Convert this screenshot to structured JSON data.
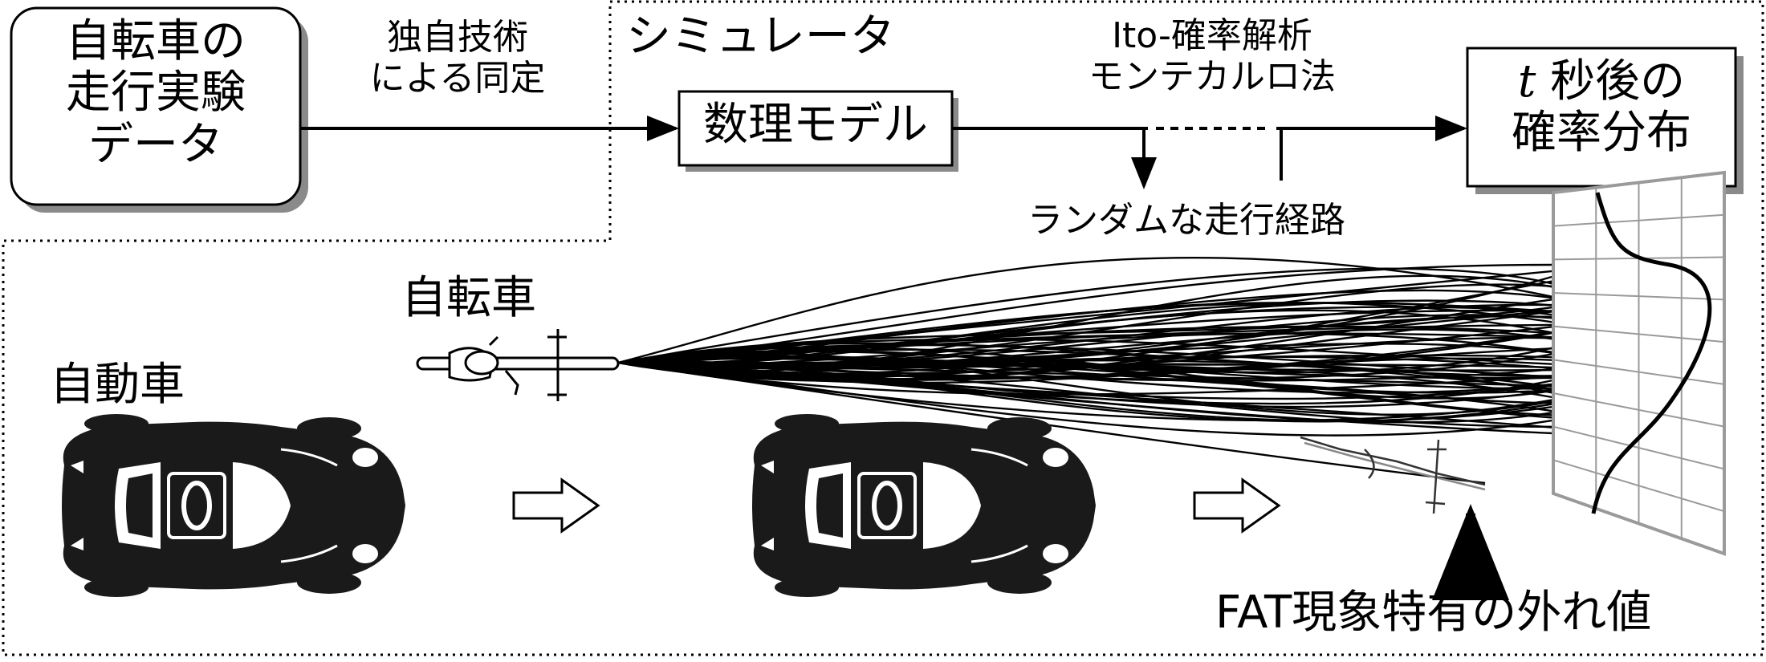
{
  "input_box": {
    "line1": "自転車の",
    "line2": "走行実験",
    "line3": "データ"
  },
  "identification": {
    "line1": "独自技術",
    "line2": "による同定"
  },
  "simulator_label": "シミュレータ",
  "model_box": "数理モデル",
  "method": {
    "line1": "Ito-確率解析",
    "line2": "モンテカルロ法"
  },
  "output_box": {
    "line1_var": "t",
    "line1_rest": " 秒後の",
    "line2": "確率分布"
  },
  "random_paths_label": "ランダムな走行経路",
  "bicycle_label": "自転車",
  "car_label": "自動車",
  "outlier_label": "FAT現象特有の外れ値",
  "colors": {
    "ink": "#000000",
    "box_shadow": "#8a8a8a",
    "grid_line": "#9a9a9a",
    "background": "#ffffff"
  },
  "icons": [
    "sports-car-icon",
    "bicycle-icon",
    "hollow-arrow-icon",
    "probability-grid-icon"
  ]
}
